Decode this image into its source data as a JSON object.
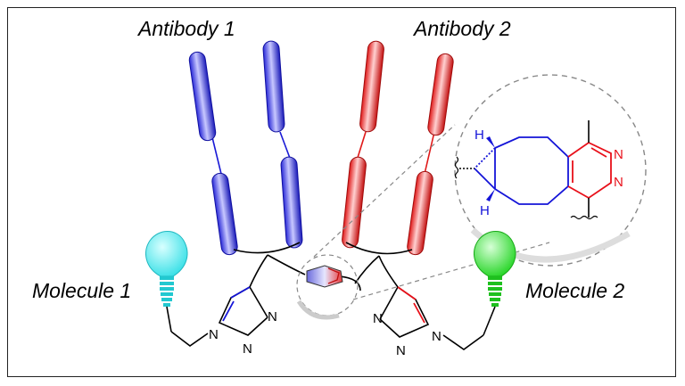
{
  "labels": {
    "antibody1": "Antibody 1",
    "antibody2": "Antibody 2",
    "molecule1": "Molecule 1",
    "molecule2": "Molecule 2"
  },
  "atoms": {
    "N": "N",
    "H": "H"
  },
  "colors": {
    "antibody1": "#1a1ad6",
    "antibody2": "#e01818",
    "molecule1_bulb": "#3fe6ec",
    "molecule2_bulb": "#2ee02e",
    "linker": "#000000",
    "zoom_circle": "#888888"
  },
  "icons": [
    "lightbulb-icon",
    "lightbulb-icon",
    "zoom-circle",
    "cyclooctyne-tetrazine-structure"
  ]
}
